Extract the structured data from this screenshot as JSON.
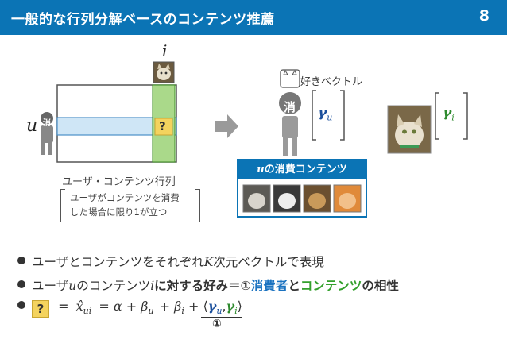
{
  "header": {
    "title": "一般的な行列分解ベースのコンテンツ推薦",
    "page_number": "8"
  },
  "diagram": {
    "item_symbol": "i",
    "user_symbol": "u",
    "user_badge": "消",
    "question_mark": "?",
    "matrix_label": "ユーザ・コンテンツ行列",
    "matrix_note_line1": "ユーザがコンテンツを消費",
    "matrix_note_line2": "した場合に限り1が立つ",
    "preference_label": "好きベクトル",
    "consumer_badge": "消",
    "gamma_u_symbol": "γ",
    "gamma_u_sub": "u",
    "gamma_i_symbol": "γ",
    "gamma_i_sub": "i",
    "consumed_title_var": "u",
    "consumed_title_text": "の消費コンテンツ"
  },
  "bullets": {
    "b1_a": "ユーザとコンテンツをそれぞれ",
    "b1_var": "K",
    "b1_b": "次元ベクトルで表現",
    "b2_a": "ユーザ",
    "b2_var1": "u",
    "b2_b": "のコンテンツ",
    "b2_var2": "i",
    "b2_c": "に対する好み＝①",
    "b2_consumer": "消費者",
    "b2_and": "と",
    "b2_content": "コンテンツ",
    "b2_d": "の相性",
    "b3_q": "?",
    "b3_eq1": "=",
    "b3_xhat": "x̂",
    "b3_xsub": "ui",
    "b3_eq2": "= α + β",
    "b3_bu": "u",
    "b3_plus1": "+ β",
    "b3_bi": "i",
    "b3_plus2": "+ ⟨",
    "b3_gu": "γ",
    "b3_gu_sub": "u",
    "b3_comma": ",",
    "b3_gi": "γ",
    "b3_gi_sub": "i",
    "b3_close": "⟩",
    "b3_circle": "①"
  }
}
